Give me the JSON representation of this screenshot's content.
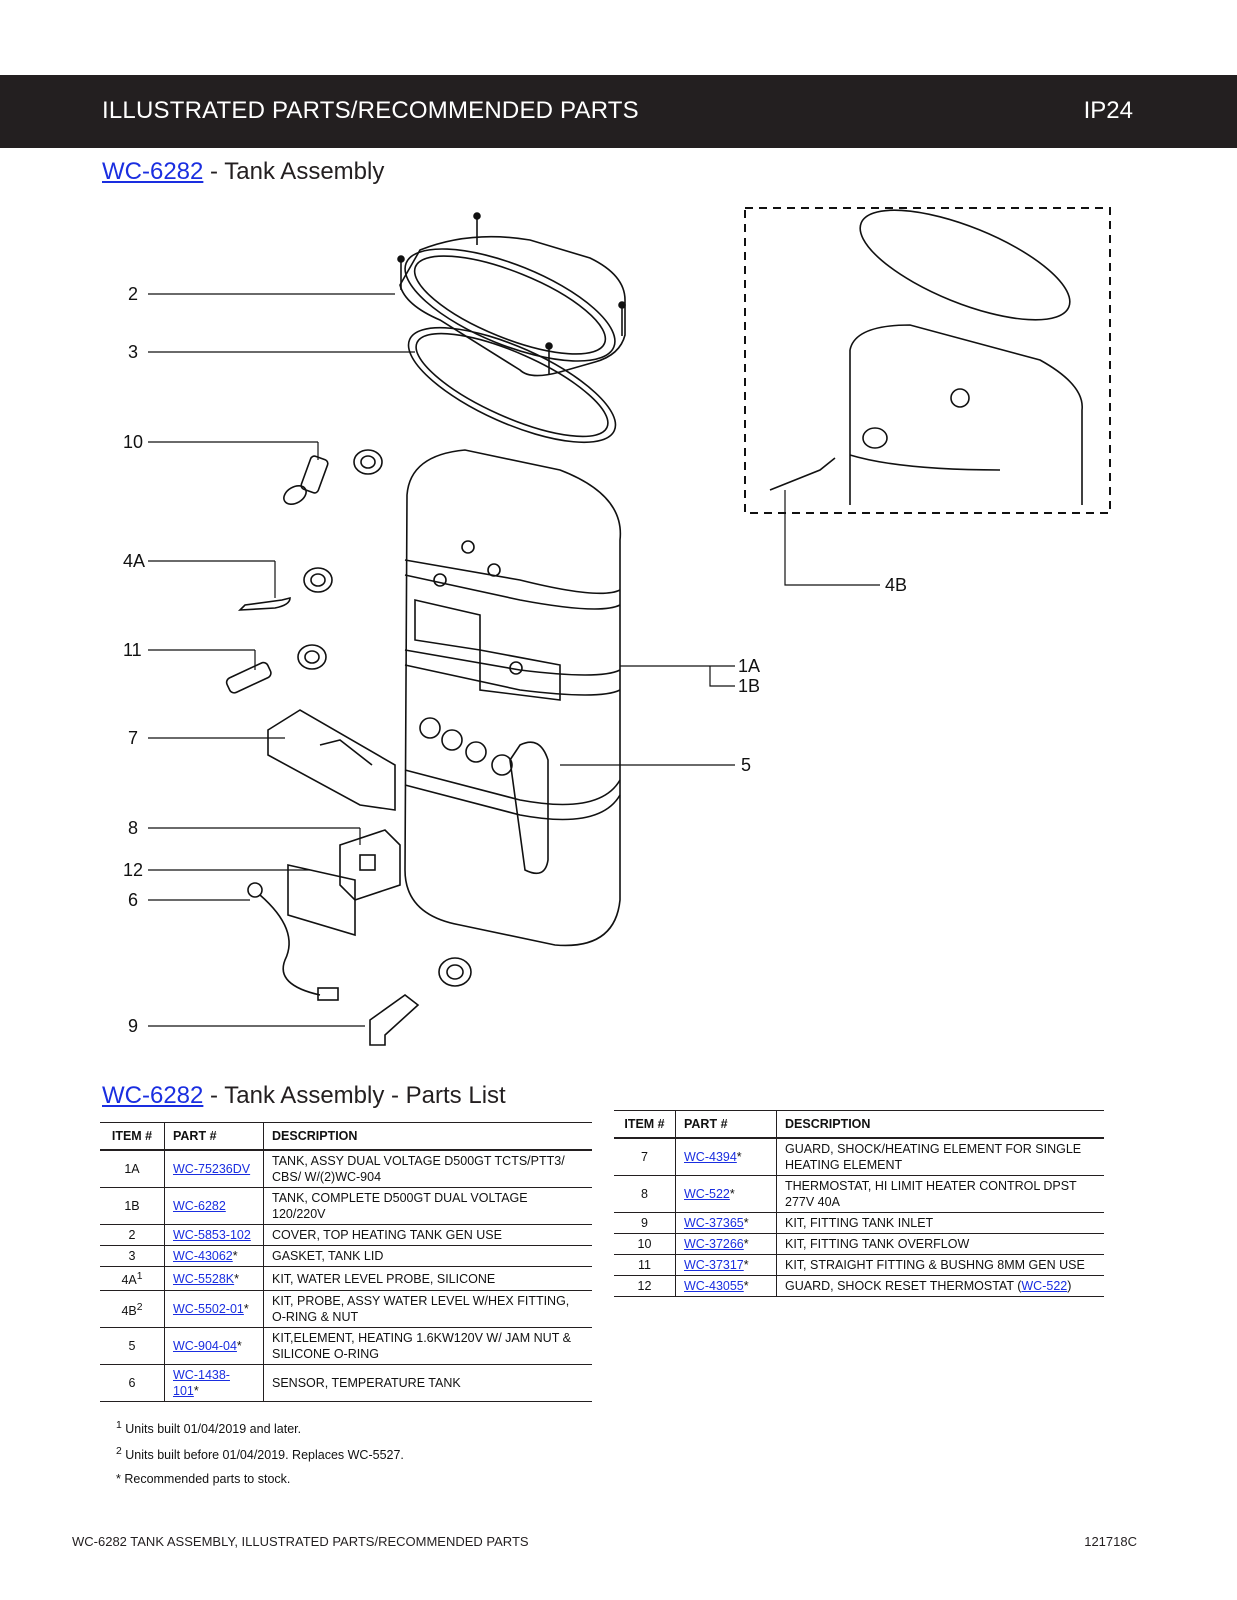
{
  "header": {
    "title": "ILLUSTRATED PARTS/RECOMMENDED PARTS",
    "page": "IP24"
  },
  "diagram": {
    "part_link": "WC-6282",
    "title_suffix": " - Tank Assembly",
    "callouts": [
      "2",
      "3",
      "10",
      "4A",
      "11",
      "7",
      "8",
      "12",
      "6",
      "9",
      "1A",
      "1B",
      "5",
      "4B"
    ]
  },
  "parts_list": {
    "part_link": "WC-6282",
    "title_suffix": " - Tank Assembly - Parts List",
    "headers": [
      "ITEM #",
      "PART #",
      "DESCRIPTION"
    ],
    "left_rows": [
      {
        "item": "1A",
        "sup": "",
        "part": "WC-75236DV",
        "star": "",
        "desc": "TANK, ASSY DUAL VOLTAGE D500GT TCTS/PTT3/ CBS/ W/(2)WC-904"
      },
      {
        "item": "1B",
        "sup": "",
        "part": "WC-6282",
        "star": "",
        "desc": "TANK, COMPLETE D500GT DUAL VOLTAGE 120/220V"
      },
      {
        "item": "2",
        "sup": "",
        "part": "WC-5853-102",
        "star": "",
        "desc": "COVER, TOP HEATING TANK GEN USE"
      },
      {
        "item": "3",
        "sup": "",
        "part": "WC-43062",
        "star": "*",
        "desc": "GASKET, TANK LID"
      },
      {
        "item": "4A",
        "sup": "1",
        "part": "WC-5528K",
        "star": "*",
        "desc": "KIT, WATER LEVEL PROBE, SILICONE"
      },
      {
        "item": "4B",
        "sup": "2",
        "part": "WC-5502-01",
        "star": "*",
        "desc": "KIT, PROBE, ASSY WATER LEVEL W/HEX FITTING, O-RING & NUT"
      },
      {
        "item": "5",
        "sup": "",
        "part": "WC-904-04",
        "star": "*",
        "desc": "KIT,ELEMENT, HEATING 1.6KW120V W/ JAM NUT & SILICONE O-RING"
      },
      {
        "item": "6",
        "sup": "",
        "part": "WC-1438-101",
        "star": "*",
        "desc": "SENSOR, TEMPERATURE TANK"
      }
    ],
    "right_rows": [
      {
        "item": "7",
        "part": "WC-4394",
        "star": "*",
        "desc": "GUARD, SHOCK/HEATING ELEMENT FOR SINGLE HEATING ELEMENT"
      },
      {
        "item": "8",
        "part": "WC-522",
        "star": "*",
        "desc": "THERMOSTAT, HI LIMIT HEATER CONTROL DPST 277V 40A"
      },
      {
        "item": "9",
        "part": "WC-37365",
        "star": "*",
        "desc": "KIT, FITTING TANK INLET"
      },
      {
        "item": "10",
        "part": "WC-37266",
        "star": "*",
        "desc": "KIT, FITTING TANK OVERFLOW"
      },
      {
        "item": "11",
        "part": "WC-37317",
        "star": "*",
        "desc": "KIT, STRAIGHT FITTING & BUSHNG 8MM GEN USE"
      },
      {
        "item": "12",
        "part": "WC-43055",
        "star": "*",
        "desc": "GUARD, SHOCK RESET THERMOSTAT (",
        "desc_link": "WC-522",
        "desc_end": ")"
      }
    ]
  },
  "footnotes": [
    {
      "mark": "1",
      "text": " Units built 01/04/2019 and later."
    },
    {
      "mark": "2",
      "text": " Units built before 01/04/2019. Replaces WC-5527."
    },
    {
      "mark": "",
      "text": "* Recommended parts to stock."
    }
  ],
  "footer": {
    "left": "WC-6282 TANK ASSEMBLY, ILLUSTRATED PARTS/RECOMMENDED PARTS",
    "right": "121718C"
  }
}
